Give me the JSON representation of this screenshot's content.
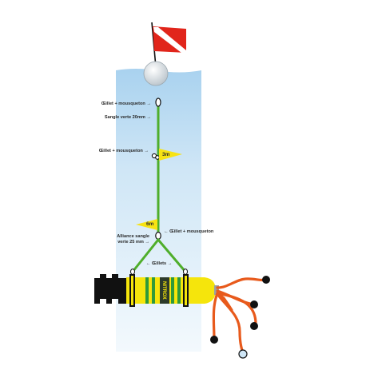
{
  "labels": {
    "oeillet_top": "Œillet + mousqueton →",
    "sangle": "Sangle verte 20mm →",
    "oeillet_mid": "Œillet + mousqueton →",
    "depth_3m": "3m",
    "depth_6m": "6m",
    "oeillet_bottom": "← Œillet + mousqueton",
    "alliance_line1": "Alliance sangle",
    "alliance_line2": "verte 25 mm →",
    "oeillets": "← Œillets →",
    "tank_text": "NITROX"
  },
  "colors": {
    "water": "#cfe6f6",
    "water_top": "#a9d2ef",
    "flag_red": "#e1251b",
    "strap_green": "#4fae2b",
    "depth_marker": "#f7e313",
    "tank_yellow": "#f5e50c",
    "tank_stripe": "#2e9a3a",
    "hose_orange": "#e85a1c",
    "black": "#111111"
  },
  "icons": [
    "dive-flag-icon",
    "float-buoy-icon",
    "carabiner-icon",
    "nitrox-tank-icon"
  ]
}
